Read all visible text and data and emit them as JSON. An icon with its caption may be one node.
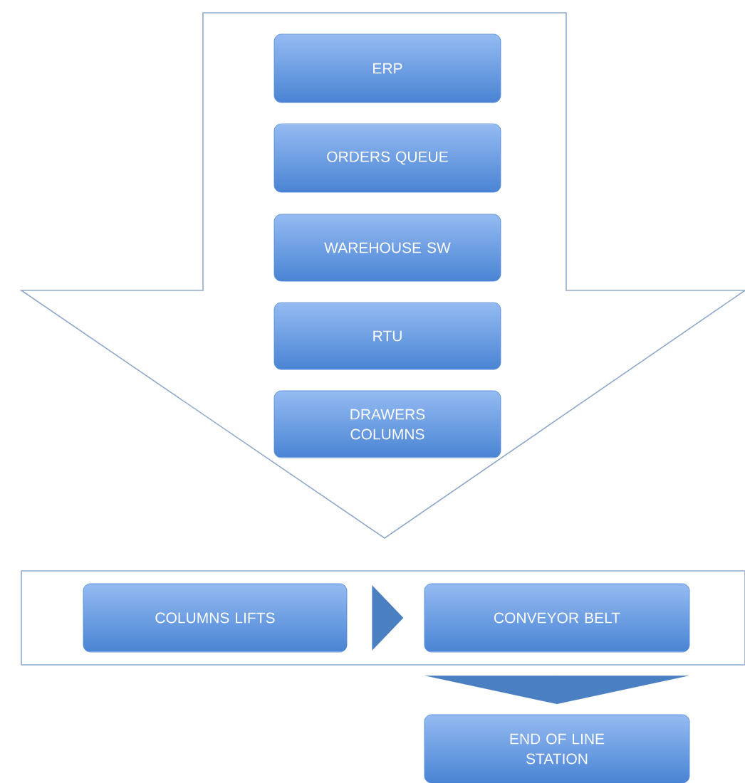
{
  "diagram": {
    "nodes": [
      {
        "text": [],
        "shape": "arrow"
      },
      {
        "text": [
          "ERP"
        ],
        "in": 0
      },
      {
        "text": [
          "ORDERS QUEUE"
        ],
        "in": 0
      },
      {
        "text": [
          "WAREHOUSE SW"
        ],
        "in": 0
      },
      {
        "text": [
          "RTU"
        ],
        "in": 0
      },
      {
        "text": [
          "DRAWERS COLUMNS"
        ],
        "in": 0
      },
      {
        "text": [],
        "shape": "box"
      },
      {
        "text": [
          "COLUMNS LIFTS"
        ],
        "in": 6
      },
      {
        "text": [
          "CONVEYOR BELT"
        ],
        "in": 6
      },
      {
        "text": [
          "END OF LINE STATION"
        ]
      }
    ],
    "edges": [
      {
        "from": 7,
        "to": 8,
        "arrow": "to"
      },
      {
        "from": 8,
        "to": 9,
        "arrow": "to"
      }
    ]
  }
}
